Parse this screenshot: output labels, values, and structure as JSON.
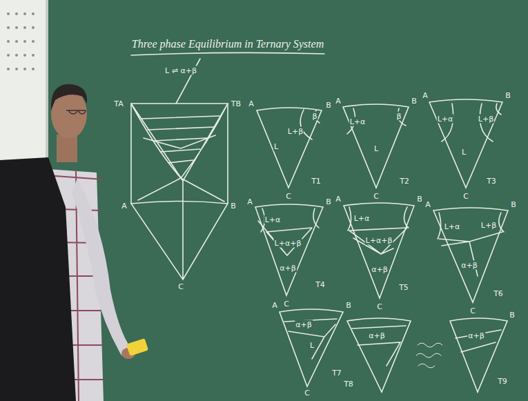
{
  "diagram": {
    "title": "Three phase Equilibrium in Ternary System",
    "labels": [
      "L ⇌ α+β",
      "TA",
      "TB",
      "A",
      "B",
      "C",
      "A",
      "B",
      "C",
      "L",
      "L+β",
      "β",
      "T1",
      "A",
      "B",
      "C",
      "L+α",
      "L",
      "β",
      "T2",
      "A",
      "B",
      "C",
      "L+α",
      "L",
      "L+β",
      "T3",
      "A",
      "B",
      "C",
      "L+α",
      "L+α+β",
      "α+β",
      "T4",
      "A",
      "B",
      "C",
      "L+α",
      "L+α+β",
      "α+β",
      "T5",
      "A",
      "B",
      "C",
      "L+α",
      "α+β",
      "L+β",
      "T6",
      "A",
      "B",
      "C",
      "α+β",
      "L",
      "T7",
      "α+β",
      "T8",
      "B",
      "α+β",
      "T9"
    ]
  }
}
